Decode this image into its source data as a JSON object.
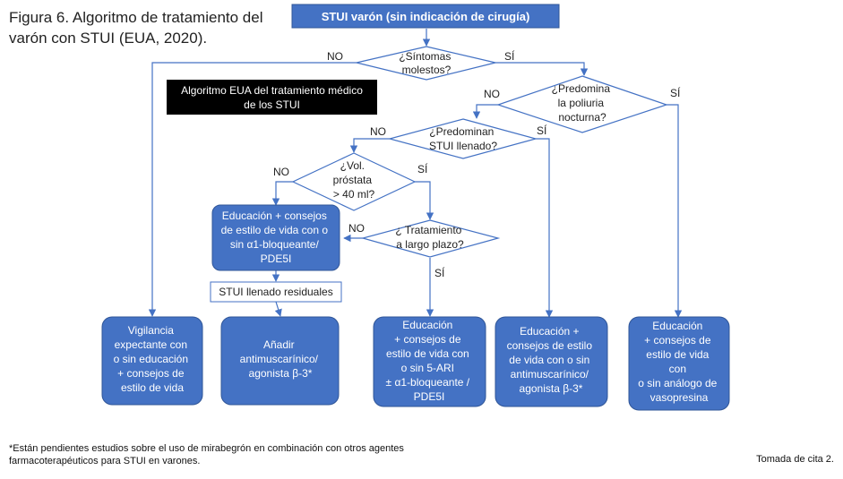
{
  "figure_title": [
    "Figura 6. Algoritmo de tratamiento del",
    "varón con STUI (EUA, 2020)."
  ],
  "banner": [
    "Algoritmo EUA del tratamiento médico",
    "de los STUI"
  ],
  "start": "STUI varón (sin indicación de cirugía)",
  "decisions": {
    "sintomas": [
      "¿Síntomas",
      "molestos?"
    ],
    "poliuria": [
      "¿Predomina",
      "la poliuria",
      "nocturna?"
    ],
    "llenado": [
      "¿Predominan",
      "STUI llenado?"
    ],
    "volumen": [
      "¿Vol.",
      "próstata",
      "> 40 ml?"
    ],
    "tratamiento": [
      "¿ Tratamiento",
      "a largo plazo?"
    ]
  },
  "process": {
    "educacion_alfa": [
      "Educación + consejos",
      "de estilo de vida con o",
      "sin α1-bloqueante/",
      "PDE5I"
    ],
    "residuales": "STUI llenado residuales"
  },
  "outcomes": {
    "vigilancia": [
      "Vigilancia",
      "expectante con",
      "o sin educación",
      "+ consejos de",
      "estilo de vida"
    ],
    "antimuscarinico": [
      "Añadir",
      "antimuscarínico/",
      "agonista β-3*"
    ],
    "ari": [
      "Educación",
      "+ consejos de",
      "estilo de vida con",
      "o sin 5-ARI",
      "± α1-bloqueante /",
      "PDE5I"
    ],
    "llenado_tto": [
      "Educación +",
      "consejos de estilo",
      "de vida con o sin",
      "antimuscarínico/",
      "agonista β-3*"
    ],
    "vasopresina": [
      "Educación",
      "+ consejos de",
      "estilo de vida",
      "con",
      "o sin análogo de",
      "vasopresina"
    ]
  },
  "answers": {
    "yes": "SÍ",
    "no": "NO"
  },
  "footnote": [
    "*Están pendientes estudios sobre el uso de mirabegrón en combinación con otros agentes",
    "farmacoterapéuticos para STUI en varones."
  ],
  "source": "Tomada de cita 2.",
  "colors": {
    "box_fill": "#4472C4",
    "box_border": "#2F5597",
    "line": "#4472C4",
    "banner": "#000000"
  },
  "icons": {
    "arrowhead": "arrow-icon"
  }
}
